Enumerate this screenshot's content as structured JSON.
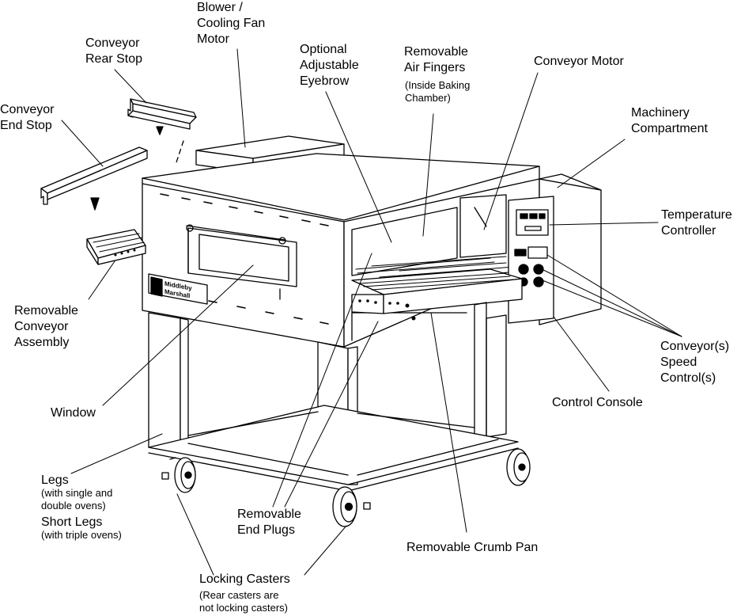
{
  "labels": {
    "blower": "Blower /\nCooling Fan\nMotor",
    "rear_stop": "Conveyor\nRear Stop",
    "end_stop": "Conveyor\nEnd Stop",
    "eyebrow": "Optional\nAdjustable\nEyebrow",
    "air_fingers": "Removable\nAir Fingers",
    "air_fingers_note": "(Inside Baking\nChamber)",
    "conveyor_motor": "Conveyor Motor",
    "machinery": "Machinery\nCompartment",
    "temp_controller": "Temperature\nController",
    "conveyor_assembly": "Removable\nConveyor\nAssembly",
    "speed_controls": "Conveyor(s)\nSpeed\nControl(s)",
    "control_console": "Control Console",
    "window": "Window",
    "legs": "Legs",
    "legs_note": "(with single and\ndouble ovens)",
    "short_legs": "Short Legs",
    "short_legs_note": "(with triple ovens)",
    "end_plugs": "Removable\nEnd Plugs",
    "crumb_pan": "Removable Crumb Pan",
    "casters": "Locking Casters",
    "casters_note": "(Rear casters are\nnot locking casters)"
  },
  "logo_text": "Middleby Marshall"
}
